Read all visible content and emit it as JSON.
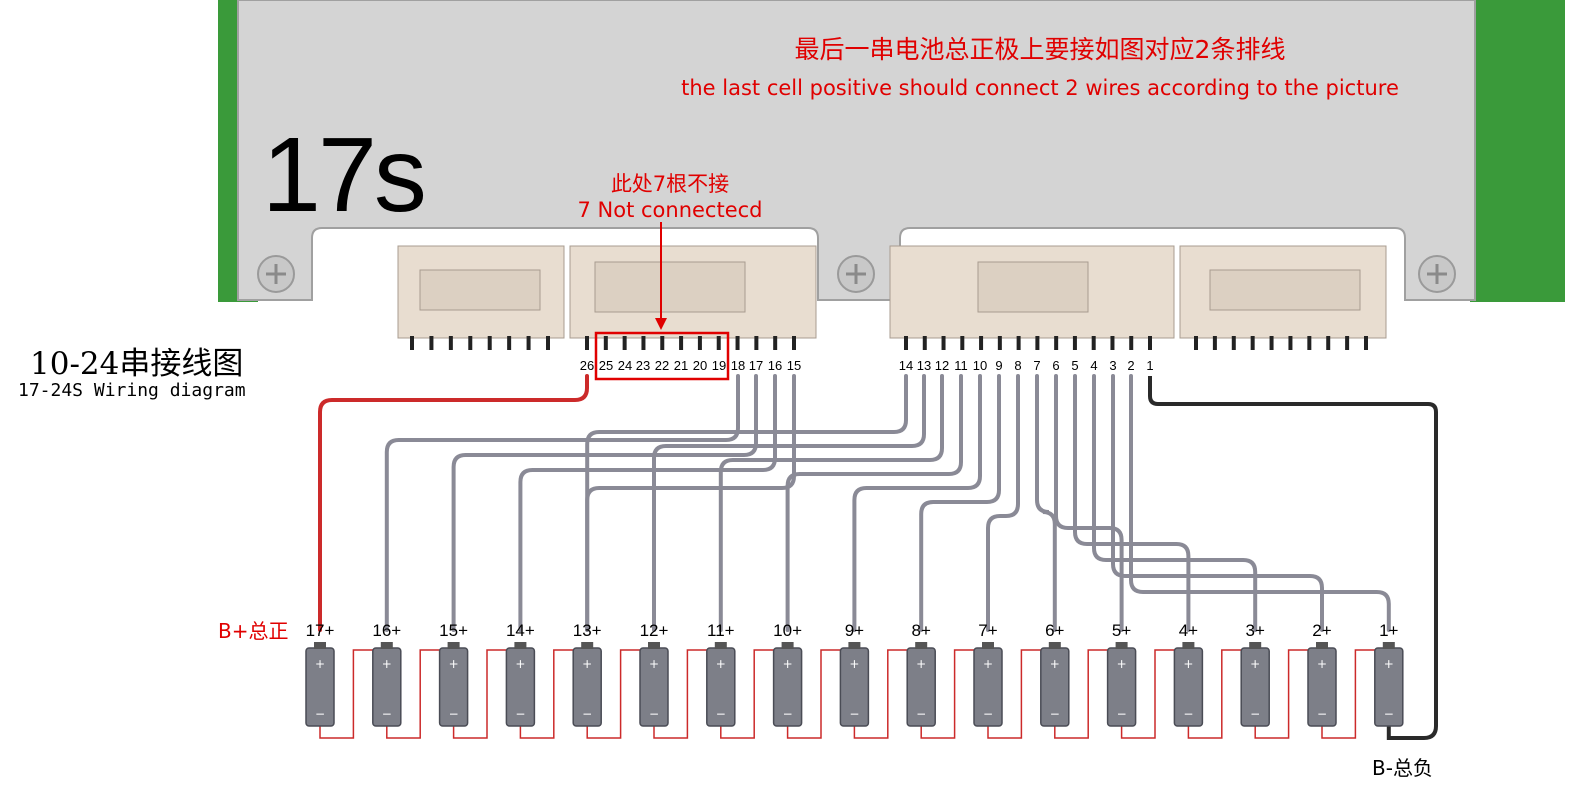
{
  "model": "17s",
  "note_cn": "最后一串电池总正极上要接如图对应2条排线",
  "note_en": "the last cell positive should connect 2 wires according to the picture",
  "not_connected_cn": "此处7根不接",
  "not_connected_en": "7 Not connectecd",
  "title_cn": "10-24串接线图",
  "title_en": "17-24S Wiring diagram",
  "b_plus_label": "B+总正",
  "b_minus_label": "B-总负",
  "left_pins": [
    "26",
    "25",
    "24",
    "23",
    "22",
    "21",
    "20",
    "19",
    "18",
    "17",
    "16",
    "15"
  ],
  "right_pins": [
    "14",
    "13",
    "12",
    "11",
    "10",
    "9",
    "8",
    "7",
    "6",
    "5",
    "4",
    "3",
    "2",
    "1"
  ],
  "not_connected_pins": [
    "25",
    "24",
    "23",
    "22",
    "21",
    "20",
    "19"
  ],
  "cell_labels": [
    "17+",
    "16+",
    "15+",
    "14+",
    "13+",
    "12+",
    "11+",
    "10+",
    "9+",
    "8+",
    "7+",
    "6+",
    "5+",
    "4+",
    "3+",
    "2+",
    "1+"
  ],
  "colors": {
    "board_green": "#3a9a3a",
    "plate_gray": "#d4d4d4",
    "wire_gray": "#8a8a96",
    "wire_red": "#cc2a2a",
    "wire_black": "#2a2a2a",
    "accent_red": "#e00000",
    "cell_body": "#7d7f88",
    "connector": "#e8ddd0"
  }
}
